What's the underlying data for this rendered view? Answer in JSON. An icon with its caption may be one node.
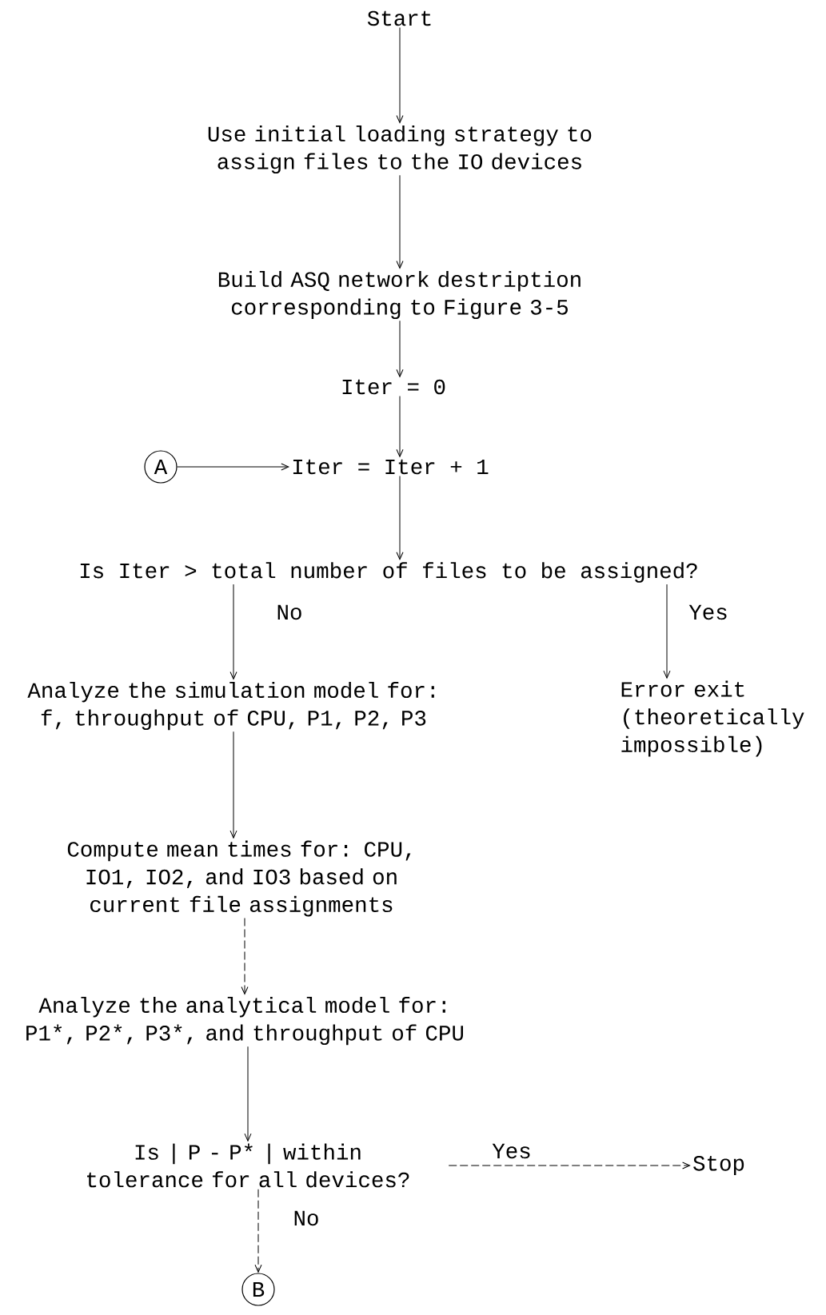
{
  "diagram": {
    "nodes": [
      {
        "text": [
          "Start"
        ]
      },
      {
        "text": [
          "Use initial loading strategy to assign files to the IO devices"
        ]
      },
      {
        "text": [
          "Build ASQ network destription corresponding to Figure 3-5"
        ]
      },
      {
        "text": [
          "Iter = 0"
        ]
      },
      {
        "text": [
          "A"
        ]
      },
      {
        "text": [
          "Iter = Iter + 1"
        ]
      },
      {
        "text": [
          "Is Iter > total number of files to be assigned?"
        ]
      },
      {
        "text": [
          "Analyze the simulation model for: f, throughput of CPU, P1, P2, P3"
        ]
      },
      {
        "text": [
          "Error exit (theoretically impossible)"
        ]
      },
      {
        "text": [
          "Compute mean times for: CPU, IO1, IO2, and IO3 based on current file assignments"
        ]
      },
      {
        "text": [
          "Analyze the analytical model for: P1*, P2*, P3*, and throughput of CPU"
        ]
      },
      {
        "text": [
          "Is | P - P* | within tolerance for all devices?"
        ]
      },
      {
        "text": [
          "Stop"
        ]
      },
      {
        "text": [
          "B"
        ]
      }
    ],
    "edges": [
      {
        "from": 0,
        "to": 1,
        "arrow": "to"
      },
      {
        "from": 1,
        "to": 2,
        "arrow": "to"
      },
      {
        "from": 2,
        "to": 3,
        "arrow": "to"
      },
      {
        "from": 3,
        "to": 5,
        "arrow": "to"
      },
      {
        "from": 4,
        "to": 5,
        "arrow": "to"
      },
      {
        "from": 5,
        "to": 6,
        "arrow": "to"
      },
      {
        "from": 6,
        "to": 7,
        "arrow": "to",
        "label": "No"
      },
      {
        "from": 6,
        "to": 8,
        "arrow": "to",
        "label": "Yes"
      },
      {
        "from": 7,
        "to": 9,
        "arrow": "to"
      },
      {
        "from": 9,
        "to": 10,
        "arrow": "to",
        "style": "dashed"
      },
      {
        "from": 10,
        "to": 11,
        "arrow": "to"
      },
      {
        "from": 11,
        "to": 12,
        "arrow": "to",
        "label": "Yes",
        "style": "dashed"
      },
      {
        "from": 11,
        "to": 13,
        "arrow": "to",
        "label": "No",
        "style": "dashed"
      }
    ]
  }
}
